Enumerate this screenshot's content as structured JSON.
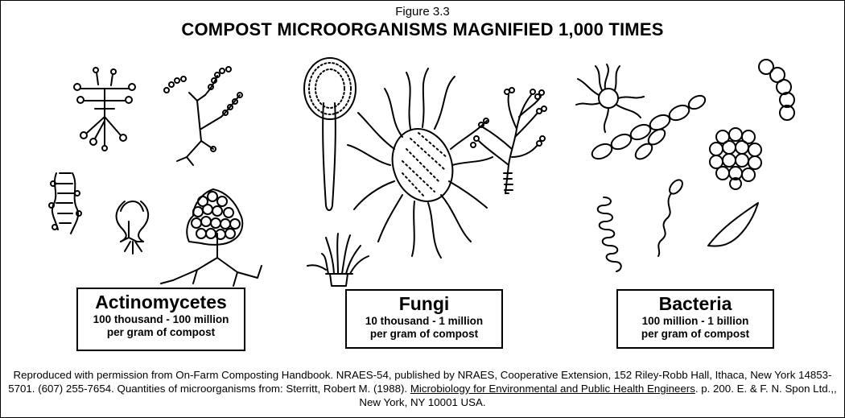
{
  "figure": {
    "number": "Figure 3.3",
    "title": "COMPOST MICROORGANISMS MAGNIFIED 1,000 TIMES"
  },
  "groups": [
    {
      "name": "Actinomycetes",
      "range": "100 thousand - 100 million",
      "unit": "per gram of compost"
    },
    {
      "name": "Fungi",
      "range": "10 thousand - 1 million",
      "unit": "per gram of compost"
    },
    {
      "name": "Bacteria",
      "range": "100 million - 1 billion",
      "unit": "per gram of compost"
    }
  ],
  "credit": {
    "text_before_link": "Reproduced with permission from On-Farm Composting Handbook. NRAES-54, published by NRAES, Cooperative Extension, 152 Riley-Robb Hall, Ithaca, New York 14853-5701. (607) 255-7654. Quantities of microorganisms from: Sterritt, Robert M. (1988). ",
    "link_text": "Microbiology for Environmental and Public Health Engineers",
    "text_after_link": ". p. 200. E. & F. N. Spon Ltd.,, New York, NY 10001 USA."
  }
}
